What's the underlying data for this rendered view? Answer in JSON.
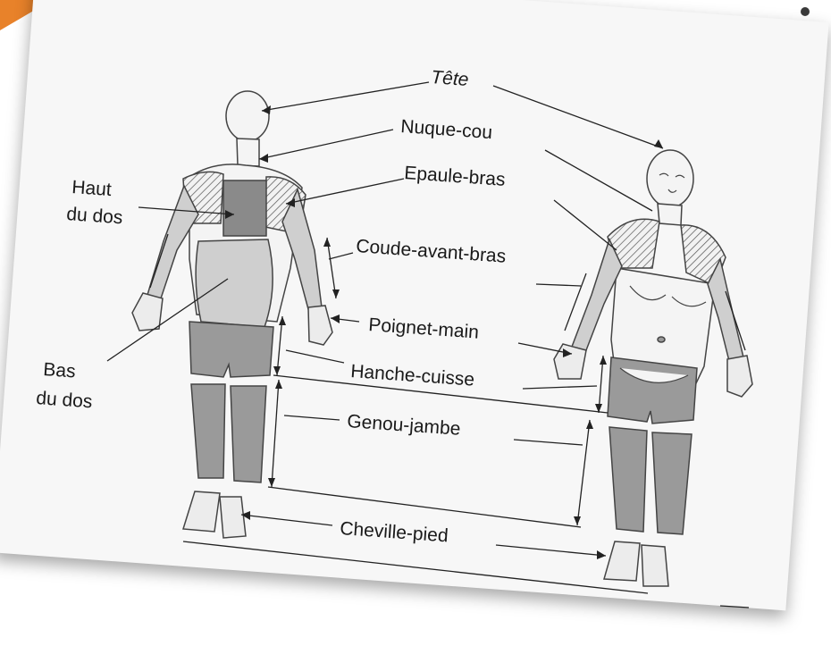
{
  "labels": {
    "head": "Tête",
    "neck": "Nuque-cou",
    "shoulder": "Epaule-bras",
    "upper_back_1": "Haut",
    "upper_back_2": "du dos",
    "elbow": "Coude-avant-bras",
    "wrist": "Poignet-main",
    "lower_back_1": "Bas",
    "lower_back_2": "du dos",
    "hip": "Hanche-cuisse",
    "knee": "Genou-jambe",
    "ankle": "Cheville-pied"
  },
  "colors": {
    "accent": "#e8822a",
    "zone_fill": "#9a9a9a",
    "card_bg": "#f7f7f7"
  }
}
